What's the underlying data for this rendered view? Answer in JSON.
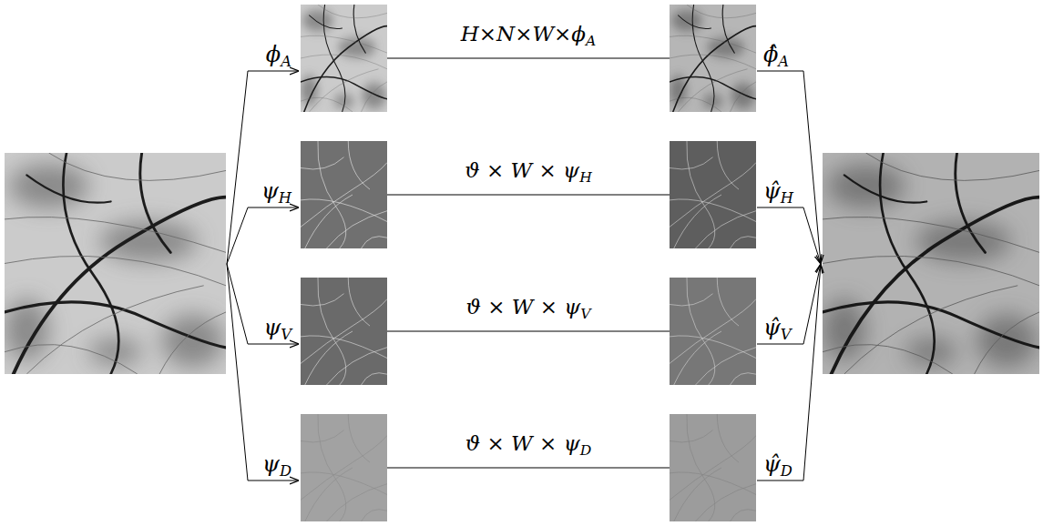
{
  "diagram": {
    "nodes": [
      {
        "text": [
          "ϕA"
        ]
      },
      {
        "text": [
          "ϕ̂A"
        ]
      },
      {
        "text": [
          "ψH"
        ]
      },
      {
        "text": [
          "ψ̂H"
        ]
      },
      {
        "text": [
          "ψV"
        ]
      },
      {
        "text": [
          "ψ̂V"
        ]
      },
      {
        "text": [
          "ψD"
        ]
      },
      {
        "text": [
          "ψ̂D"
        ]
      }
    ],
    "edges": [
      {
        "from": 0,
        "to": 1,
        "arrow": "none",
        "label": "H×N×W×ϕA"
      },
      {
        "from": 2,
        "to": 3,
        "arrow": "none",
        "label": "ϑ × W × ψH"
      },
      {
        "from": 4,
        "to": 5,
        "arrow": "none",
        "label": "ϑ × W × ψV"
      },
      {
        "from": 6,
        "to": 7,
        "arrow": "none",
        "label": "ϑ × W × ψD"
      }
    ]
  }
}
